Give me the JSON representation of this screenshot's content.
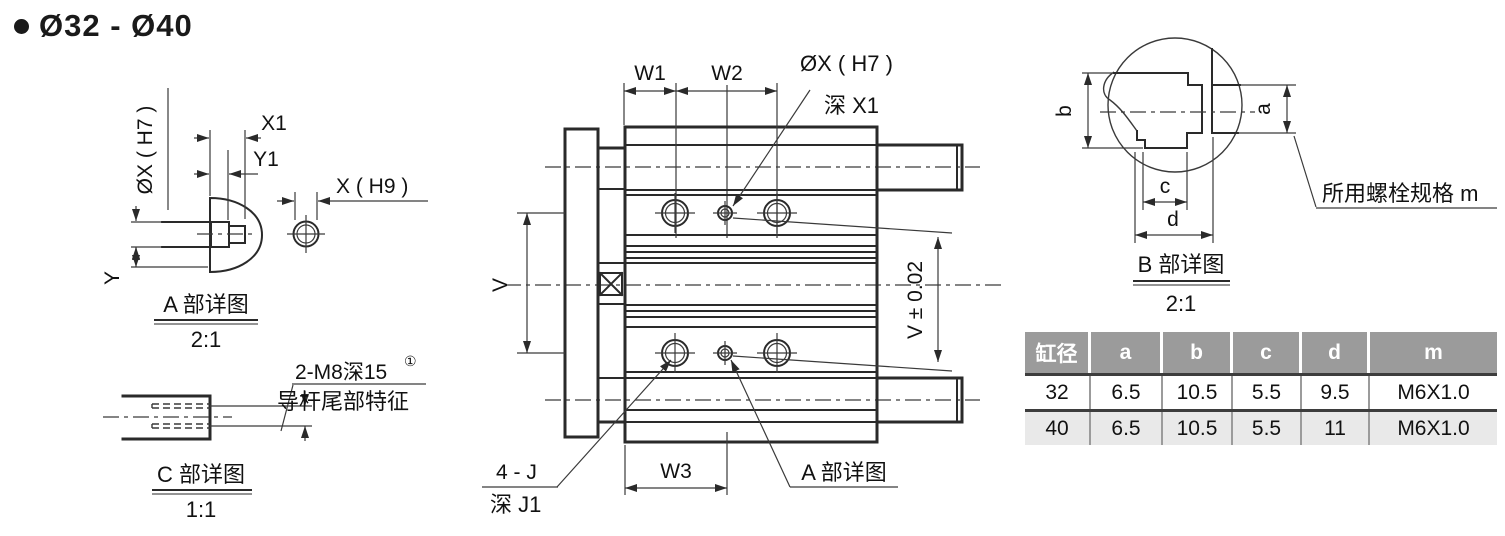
{
  "title": "Ø32 - Ø40",
  "detail_a": {
    "name": "A 部详图",
    "scale": "2:1",
    "dim_x1": "X1",
    "dim_y1": "Y1",
    "dim_diameter": "ØX ( H7 )",
    "dim_x_h9": "X ( H9 )",
    "dim_y": "Y"
  },
  "detail_c": {
    "name": "C 部详图",
    "scale": "1:1",
    "thread_note": "2-M8深15",
    "thread_note_sup": "①",
    "feature_note": "导杆尾部特征"
  },
  "main_view": {
    "dim_w1": "W1",
    "dim_w2": "W2",
    "dim_w3": "W3",
    "dim_v": "V",
    "dim_v_tolerance": "V ± 0.02",
    "hole_spec": "ØX ( H7 )",
    "hole_depth": "深 X1",
    "thread_spec": "4 - J",
    "thread_depth": "深 J1",
    "detail_a_ref": "A 部详图"
  },
  "detail_b": {
    "name": "B 部详图",
    "scale": "2:1",
    "dim_a": "a",
    "dim_b": "b",
    "dim_c": "c",
    "dim_d": "d",
    "bolt_spec_note": "所用螺栓规格 m"
  },
  "spec_table": {
    "headers": [
      "缸径",
      "a",
      "b",
      "c",
      "d",
      "m"
    ],
    "rows": [
      [
        "32",
        "6.5",
        "10.5",
        "5.5",
        "9.5",
        "M6X1.0"
      ],
      [
        "40",
        "6.5",
        "10.5",
        "5.5",
        "11",
        "M6X1.0"
      ]
    ],
    "header_bg": "#9b9b9b",
    "alt_row_bg": "#e9e9e9",
    "line_color": "#2a2a2a"
  }
}
